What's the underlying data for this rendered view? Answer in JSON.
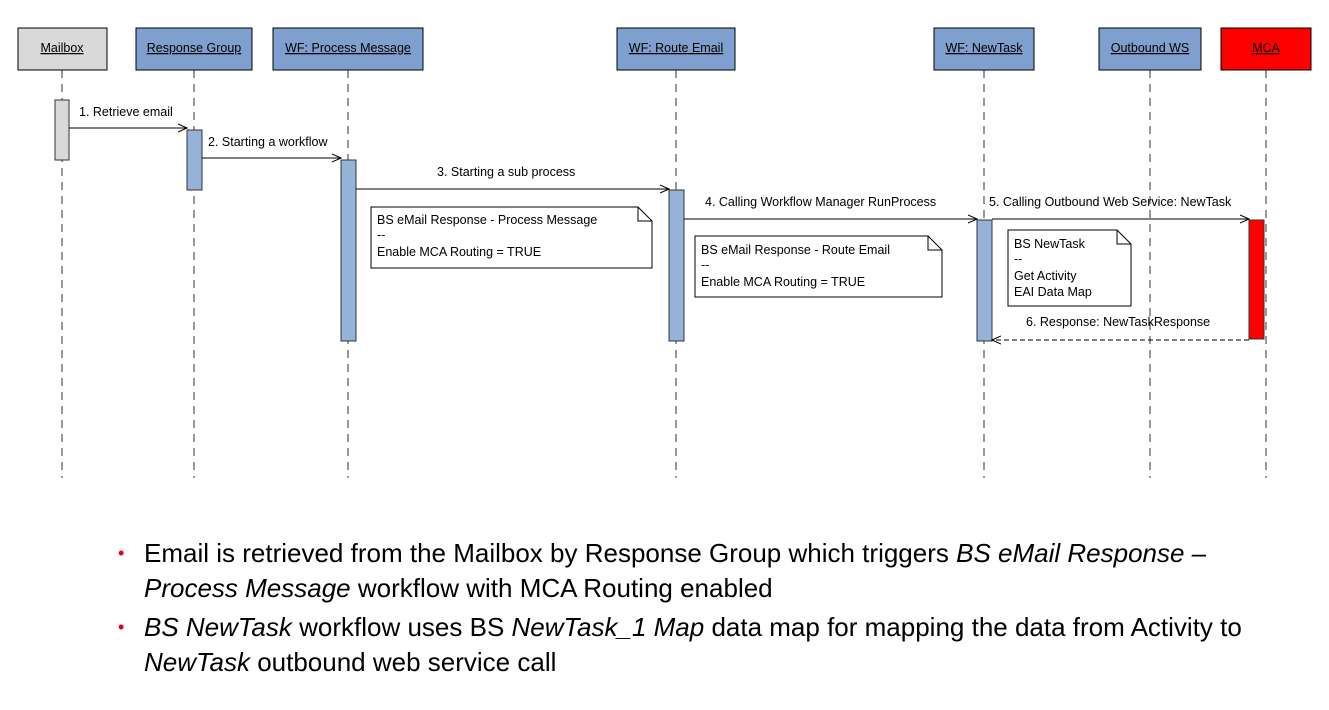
{
  "participants": [
    {
      "label": "Mailbox",
      "fill": "#d9d9d9"
    },
    {
      "label": "Response Group",
      "fill": "#7f9fcf"
    },
    {
      "label": "WF: Process Message",
      "fill": "#7f9fcf"
    },
    {
      "label": "WF: Route Email",
      "fill": "#7f9fcf"
    },
    {
      "label": "WF: NewTask",
      "fill": "#7f9fcf"
    },
    {
      "label": "Outbound WS",
      "fill": "#7f9fcf"
    },
    {
      "label": "MCA",
      "fill": "#ff0000"
    }
  ],
  "messages": [
    "1. Retrieve email",
    "2. Starting a workflow",
    "3. Starting a sub process",
    "4. Calling Workflow Manager RunProcess",
    "5. Calling Outbound Web Service: NewTask",
    "6. Response: NewTaskResponse"
  ],
  "notes": [
    {
      "line1": "BS eMail Response - Process Message",
      "line2": "--",
      "line3": "Enable MCA Routing = TRUE"
    },
    {
      "line1": "BS eMail Response - Route Email",
      "line2": "--",
      "line3": "Enable MCA Routing = TRUE"
    },
    {
      "line1": "BS NewTask",
      "line2": "--",
      "line3": "Get Activity",
      "line4": "EAI Data Map"
    }
  ],
  "colors": {
    "activation": "#95b3d7",
    "mailbox_activation": "#d9d9d9",
    "mca_activation": "#ff0000",
    "bullet": "#e0001a"
  },
  "bullets": [
    {
      "t1": "Email is retrieved from the Mailbox by Response Group which triggers ",
      "t2": "BS eMail Response – Process Message",
      "t3": " workflow with MCA Routing enabled"
    },
    {
      "t1": "BS NewTask",
      "t2": " workflow uses BS ",
      "t3": "NewTask_1 Map",
      "t4": " data map for mapping the data from Activity to ",
      "t5": "NewTask",
      "t6": " outbound web service call"
    }
  ]
}
